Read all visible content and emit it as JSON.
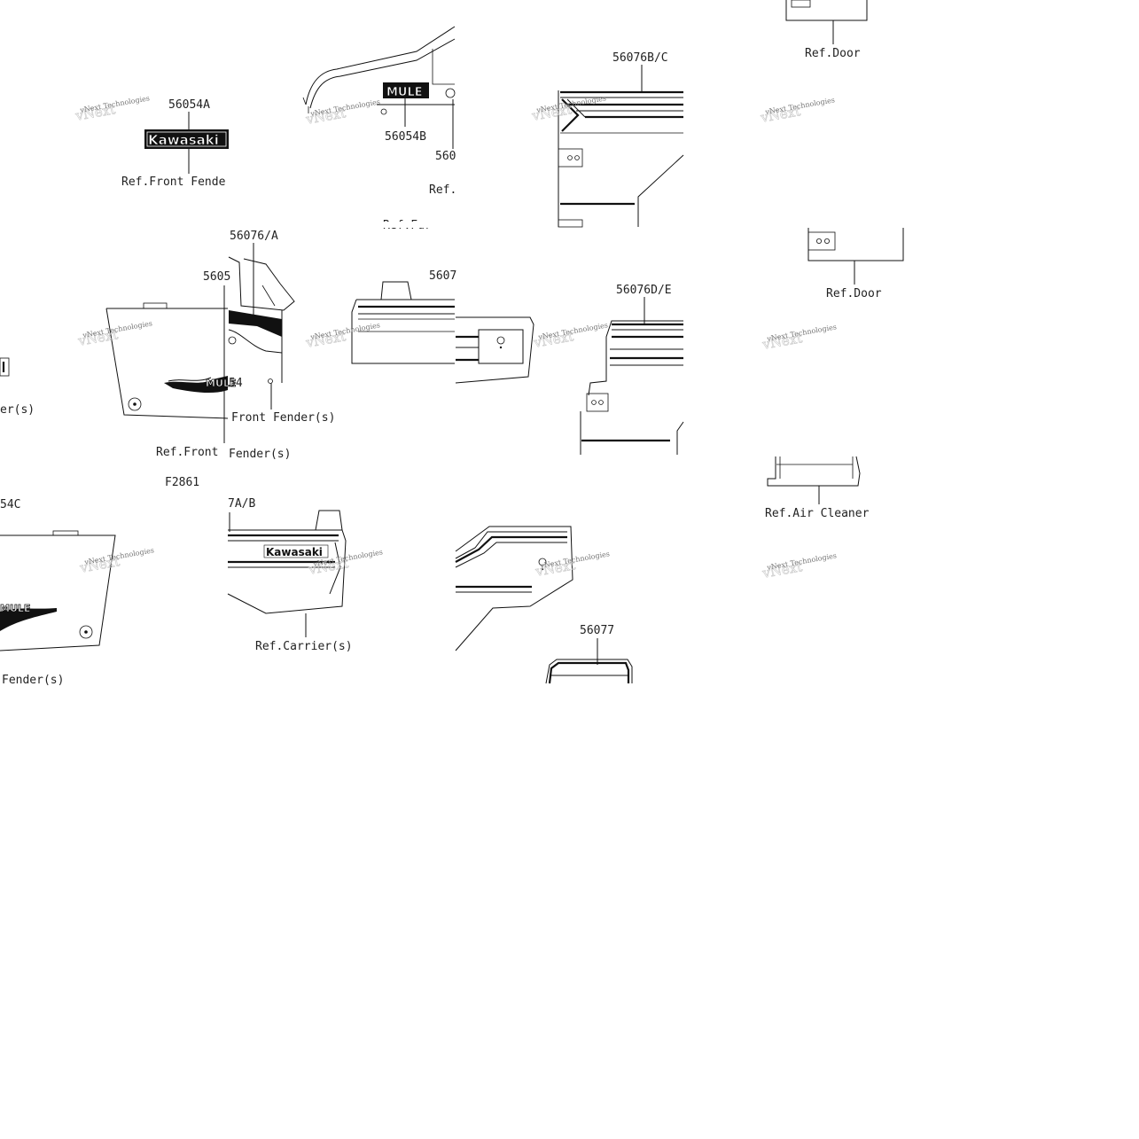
{
  "diagram": {
    "tiles": {
      "t1": {
        "part_top": "56054A",
        "ref_front_fender": "Ref.Front Fende",
        "logo": "Kawasaki"
      },
      "t2": {
        "part_mid": "56054B",
        "part_cut": "560",
        "ref_cut": "Ref.",
        "ref_cut_bottom": "Ref.Fur",
        "logo": "MULE"
      },
      "t3": {
        "part_top": "56076B/C"
      },
      "t4": {
        "ref_door": "Ref.Door"
      },
      "t5": {
        "ref_fender_cut": "er(s)"
      },
      "t6": {
        "part_top": "56076/A",
        "part_mid": "5605",
        "part_bottom": "54",
        "ref_front_fender_a": "Ref.Front",
        "ref_front_fender_b": "Fender(s)",
        "ref_front_fender_c": "Front Fender(s)",
        "figure_code": "F2861",
        "logo": "MULE"
      },
      "t7": {
        "part_top": "5607"
      },
      "t8": {
        "part_top": "56076D/E"
      },
      "t9": {
        "ref_door": "Ref.Door"
      },
      "t10": {
        "part_top": "54C",
        "ref_fender": "Fender(s)",
        "logo": "MULE"
      },
      "t11": {
        "part_top": "7A/B",
        "ref_carrier": "Ref.Carrier(s)",
        "logo": "Kawasaki"
      },
      "t12": {
        "part_bottom": "56077"
      },
      "t13": {
        "ref_air_cleaner": "Ref.Air Cleaner"
      }
    },
    "watermark": {
      "text": "vNext Technologies",
      "ghost": "vNext"
    }
  }
}
